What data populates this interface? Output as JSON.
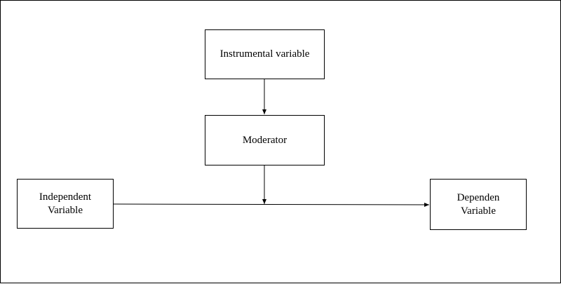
{
  "diagram": {
    "nodes": {
      "instrumental": {
        "label": "Instrumental variable"
      },
      "moderator": {
        "label": "Moderator"
      },
      "independent": {
        "label": "Independent\nVariable"
      },
      "dependent": {
        "label": "Dependen\nVariable"
      }
    },
    "edges": [
      {
        "from": "instrumental",
        "to": "moderator",
        "style": "arrow"
      },
      {
        "from": "moderator",
        "to": "independent-dependent-path",
        "style": "arrow"
      },
      {
        "from": "independent",
        "to": "dependent",
        "style": "arrow"
      }
    ],
    "colors": {
      "line": "#000000",
      "background": "#ffffff"
    }
  }
}
